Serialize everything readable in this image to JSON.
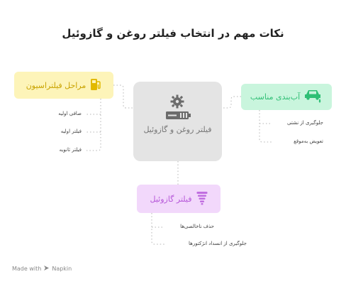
{
  "title": "نکات مهم در انتخاب فیلتر روغن و گازوئیل",
  "center": {
    "label": "فیلتر روغن و گازوئیل",
    "icon": "gear-battery-icon"
  },
  "nodes": {
    "filtration": {
      "label": "مراحل فیلتراسیون",
      "icon": "fuel-pump-icon",
      "color": "#c9a300",
      "items": [
        "صافی اولیه",
        "فیلتر اولیه",
        "فیلتر ثانویه"
      ]
    },
    "moisture": {
      "label": "آب‌بندی مناسب",
      "icon": "car-leak-icon",
      "color": "#2fbf75",
      "items": [
        "جلوگیری از نشتی",
        "تعویض به‌موقع"
      ]
    },
    "gasoil": {
      "label": "فیلتر گازوئیل",
      "icon": "funnel-filter-icon",
      "color": "#b657d9",
      "items": [
        "حذف ناخالصی‌ها",
        "جلوگیری از انسداد انژکتورها"
      ]
    }
  },
  "footer": {
    "made_with": "Made with",
    "brand": "Napkin"
  }
}
